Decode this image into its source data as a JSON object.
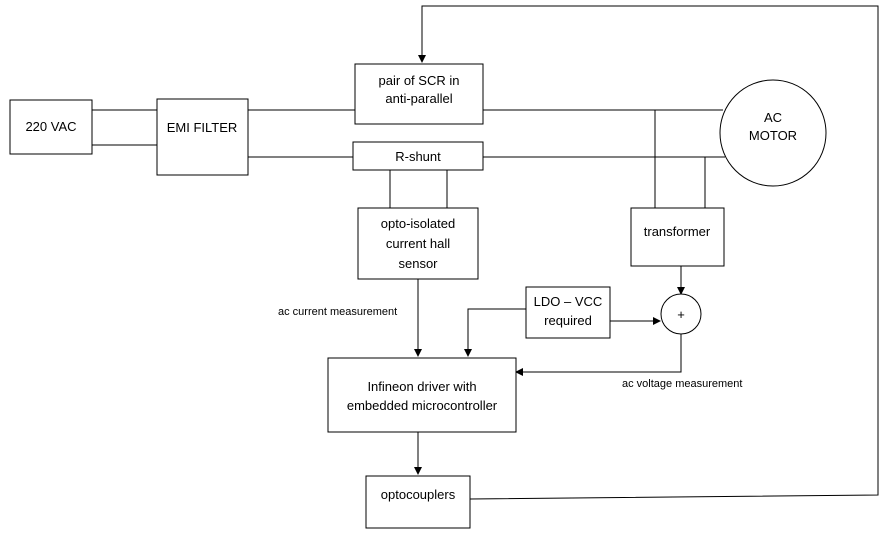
{
  "blocks": {
    "source": {
      "label": "220 VAC"
    },
    "emi_filter": {
      "label": "EMI FILTER"
    },
    "scr_pair": {
      "line1": "pair of SCR in",
      "line2": "anti-parallel"
    },
    "r_shunt": {
      "label": "R-shunt"
    },
    "ac_motor": {
      "line1": "AC",
      "line2": "MOTOR"
    },
    "hall_sensor": {
      "line1": "opto-isolated",
      "line2": "current hall",
      "line3": "sensor"
    },
    "transformer": {
      "label": "transformer"
    },
    "ldo": {
      "line1": "LDO – VCC",
      "line2": "required"
    },
    "summer": {
      "label": "+"
    },
    "driver": {
      "line1": "Infineon driver with",
      "line2": "embedded microcontroller"
    },
    "optocouplers": {
      "label": "optocouplers"
    }
  },
  "annotations": {
    "current_measurement": "ac current measurement",
    "voltage_measurement": "ac voltage measurement"
  }
}
